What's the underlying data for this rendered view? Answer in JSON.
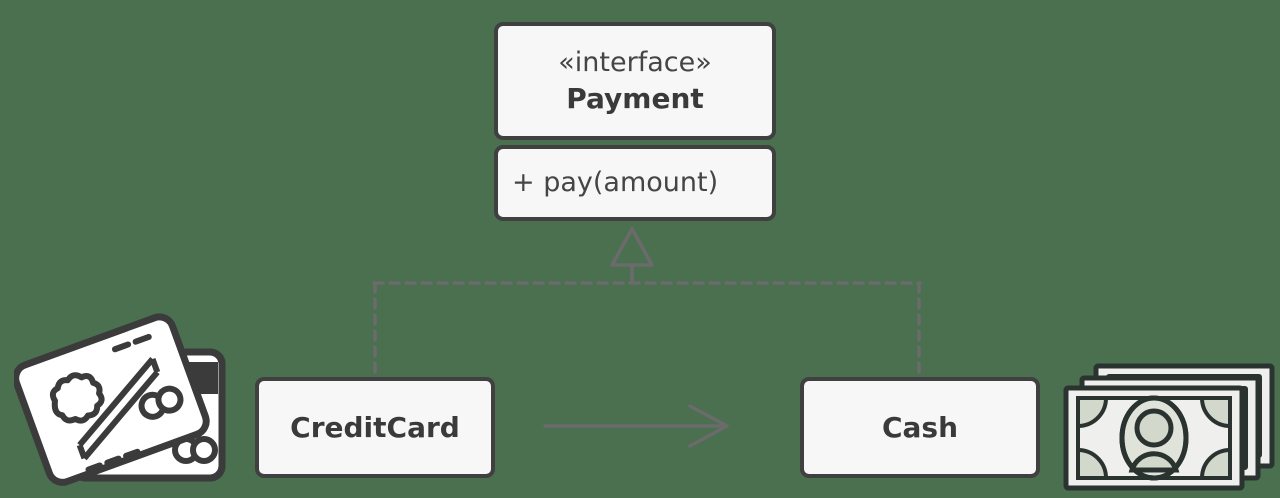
{
  "diagram": {
    "type": "uml-class-diagram",
    "background_color": "#4a7050",
    "box_fill": "#f7f7f7",
    "box_border": "#404040",
    "connector_color": "#6b6b6b",
    "nodes": [
      {
        "id": "payment",
        "kind": "interface",
        "stereotype": "«interface»",
        "name": "Payment",
        "members": [
          "+ pay(amount)"
        ]
      },
      {
        "id": "creditcard",
        "kind": "class",
        "name": "CreditCard"
      },
      {
        "id": "cash",
        "kind": "class",
        "name": "Cash"
      }
    ],
    "edges": [
      {
        "id": "creditcard-realizes-payment",
        "from": "CreditCard",
        "to": "Payment",
        "relationship": "realization",
        "line_style": "dashed",
        "arrowhead": "hollow-triangle"
      },
      {
        "id": "cash-realizes-payment",
        "from": "Cash",
        "to": "Payment",
        "relationship": "realization",
        "line_style": "dashed",
        "arrowhead": "hollow-triangle"
      },
      {
        "id": "creditcard-to-cash",
        "from": "CreditCard",
        "to": "Cash",
        "relationship": "association",
        "line_style": "solid",
        "arrowhead": "open-arrow"
      }
    ],
    "illustrations": [
      {
        "id": "credit-cards",
        "name": "credit-card-stack-icon",
        "side": "left"
      },
      {
        "id": "banknotes",
        "name": "banknote-stack-icon",
        "side": "right"
      }
    ]
  }
}
